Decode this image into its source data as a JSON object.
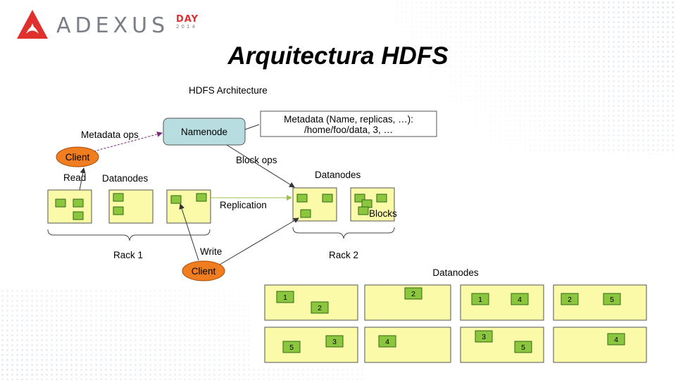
{
  "logo": {
    "brand": "ADEXUS",
    "day_word": "DAY",
    "year": "2014",
    "colors": {
      "red": "#e0302d",
      "grey": "#7a7f86"
    }
  },
  "slide": {
    "title": "Arquitectura HDFS"
  },
  "architecture": {
    "caption": "HDFS Architecture",
    "namenode": "Namenode",
    "metadata_line1": "Metadata (Name, replicas, …):",
    "metadata_line2": "/home/foo/data, 3, …",
    "metadata_ops": "Metadata ops",
    "block_ops": "Block ops",
    "client_top": "Client",
    "client_bottom": "Client",
    "read": "Read",
    "write": "Write",
    "datanodes_left": "Datanodes",
    "datanodes_right": "Datanodes",
    "replication": "Replication",
    "blocks": "Blocks",
    "rack1": "Rack 1",
    "rack2": "Rack 2"
  },
  "replica_grid": {
    "caption": "Datanodes",
    "rows": [
      [
        [
          "1",
          "2"
        ],
        [
          "2"
        ],
        [
          "1",
          "4"
        ],
        [
          "2",
          "5"
        ]
      ],
      [
        [
          "5",
          "3"
        ],
        [
          "4"
        ],
        [
          "3",
          "5"
        ],
        [
          "4"
        ]
      ]
    ]
  },
  "colors": {
    "namenode_fill": "#b8dde0",
    "client_fill": "#f07d1f",
    "datanode_fill": "#fafaa8",
    "block_fill": "#8cc63f",
    "block_stroke": "#2e6b12"
  }
}
